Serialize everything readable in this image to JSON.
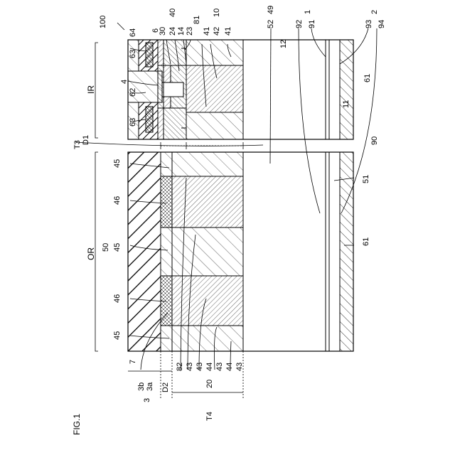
{
  "figure": {
    "title": "FIG.1",
    "ref_main": "100",
    "region_ir": "IR",
    "region_or": "OR"
  },
  "labels_ir": {
    "l64": "64",
    "l6": "6",
    "l30": "30",
    "l40": "40",
    "l24": "24",
    "l14": "14",
    "l23": "23",
    "l81": "81",
    "l41a": "41",
    "l42": "42",
    "l10": "10",
    "l41b": "41",
    "l63a": "63",
    "l4": "4",
    "l62": "62",
    "l63b": "63",
    "l52": "52",
    "l49": "49",
    "l12": "12",
    "l92": "92",
    "l1": "1",
    "l91": "91",
    "l93": "93",
    "l2": "2",
    "l94": "94",
    "l61a": "61",
    "l11": "11",
    "l90": "90",
    "lD1": "D1",
    "lT3": "T3"
  },
  "labels_or": {
    "l45a": "45",
    "l46a": "46",
    "l45b": "45",
    "l46b": "46",
    "l45c": "45",
    "l50": "50",
    "l51": "51",
    "l61b": "61"
  },
  "labels_bottom": {
    "l7": "7",
    "l3b": "3b",
    "l3a": "3a",
    "l3": "3",
    "l82": "82",
    "l43a": "43",
    "l43b": "43",
    "l44a": "44",
    "l43c": "43",
    "l44b": "44",
    "l43d": "43",
    "l20": "20",
    "lD2": "D2",
    "lT4": "T4"
  },
  "colors": {
    "ink": "#000000",
    "paper": "#ffffff",
    "dark_fill": "#555555"
  }
}
